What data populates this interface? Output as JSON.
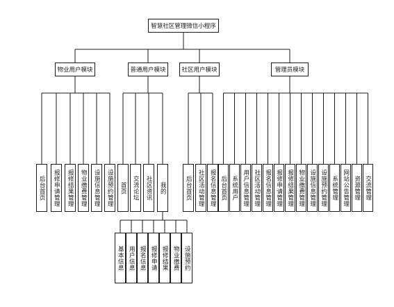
{
  "diagram": {
    "root": {
      "label": "智慧社区管理微信小程序"
    },
    "modules": [
      {
        "label": "物业用户模块",
        "children": [
          {
            "label": "后台首页"
          },
          {
            "label": "报修申请管理"
          },
          {
            "label": "报修结果管理"
          },
          {
            "label": "物业缴费管理"
          },
          {
            "label": "设施信息管理"
          },
          {
            "label": "设施预约管理"
          }
        ]
      },
      {
        "label": "普通用户模块",
        "children": [
          {
            "label": "首页"
          },
          {
            "label": "交流论坛"
          },
          {
            "label": "社区资讯"
          },
          {
            "label": "我的",
            "children": [
              {
                "label": "基本信息"
              },
              {
                "label": "用户信息"
              },
              {
                "label": "报名信息"
              },
              {
                "label": "报修申请"
              },
              {
                "label": "报修结果"
              },
              {
                "label": "物业缴费"
              },
              {
                "label": "设施预约"
              }
            ]
          }
        ]
      },
      {
        "label": "社区用户模块",
        "children": [
          {
            "label": "后台首页"
          },
          {
            "label": "社区活动管理"
          },
          {
            "label": "报名信息管理"
          }
        ]
      },
      {
        "label": "管理员模块",
        "children": [
          {
            "label": "后台首页"
          },
          {
            "label": "系统用户"
          },
          {
            "label": "用户信息管理"
          },
          {
            "label": "社区活动管理"
          },
          {
            "label": "报名信息管理"
          },
          {
            "label": "报修申请管理"
          },
          {
            "label": "报修结果管理"
          },
          {
            "label": "物业缴费管理"
          },
          {
            "label": "设施信息管理"
          },
          {
            "label": "设施预约管理"
          },
          {
            "label": "系统管理"
          },
          {
            "label": "网站公告管理"
          },
          {
            "label": "资源管理"
          },
          {
            "label": "交流管理"
          }
        ]
      }
    ]
  }
}
